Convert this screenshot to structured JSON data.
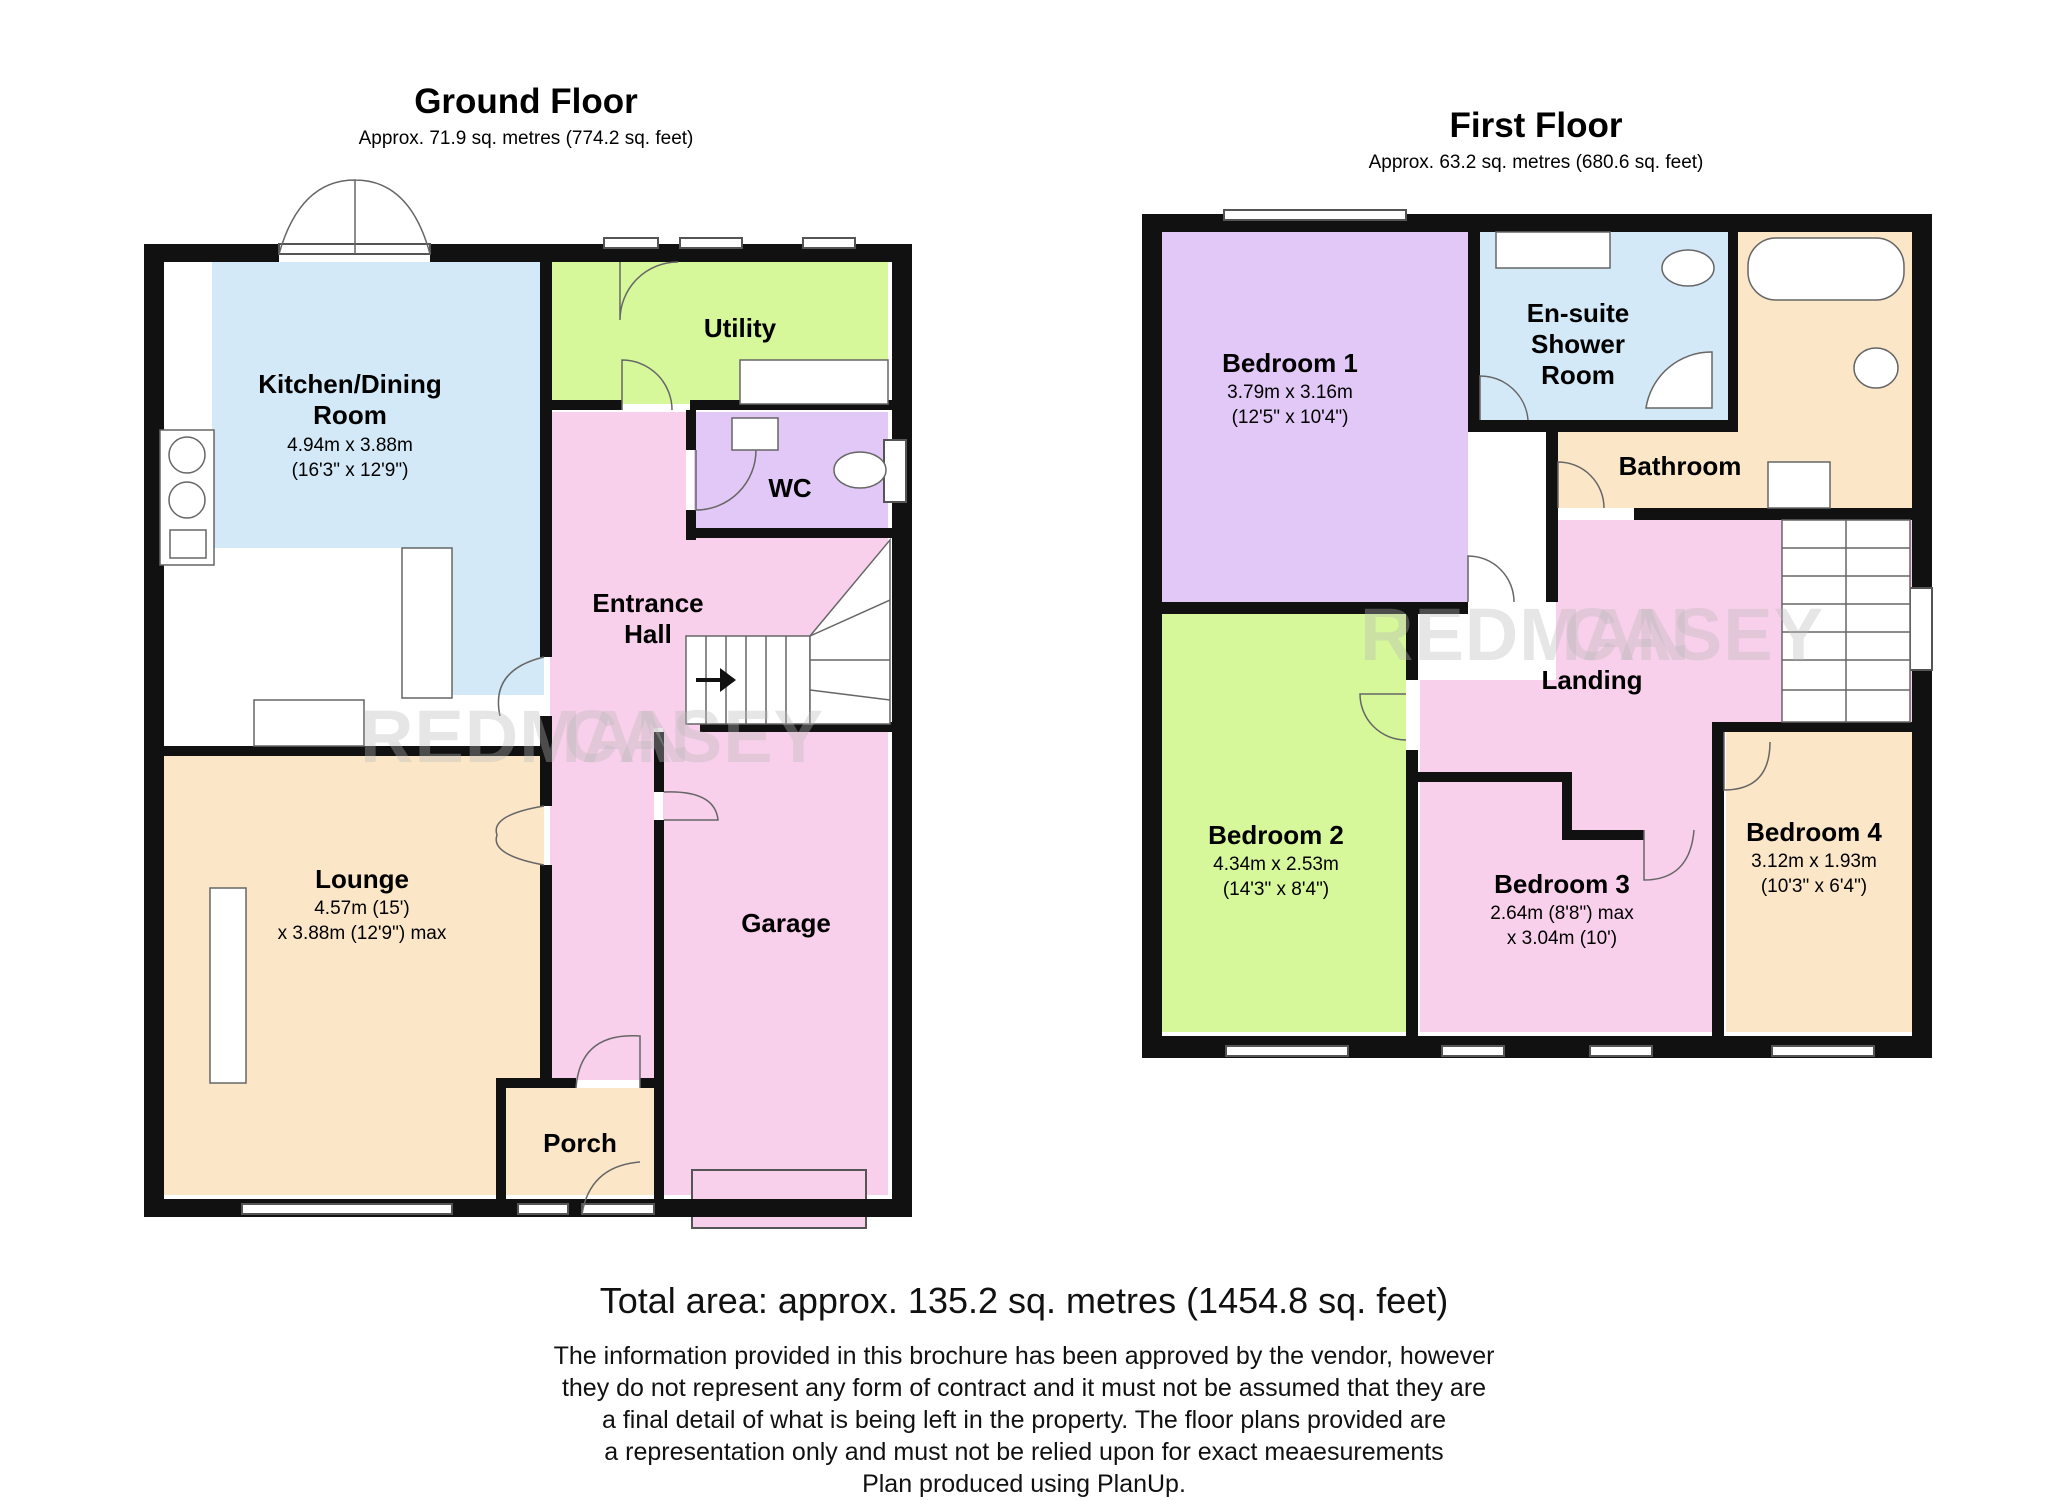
{
  "ground_floor": {
    "title": "Ground Floor",
    "area": "Approx.  71.9 sq. metres (774.2 sq. feet)",
    "rooms": {
      "kitchen": {
        "name_1": "Kitchen/Dining",
        "name_2": "Room",
        "dim_1": "4.94m x 3.88m",
        "dim_2": "(16'3\" x 12'9\")"
      },
      "utility": {
        "name": "Utility"
      },
      "wc": {
        "name": "WC"
      },
      "entrance": {
        "name_1": "Entrance",
        "name_2": "Hall"
      },
      "lounge": {
        "name": "Lounge",
        "dim_1": "4.57m (15')",
        "dim_2": "x 3.88m (12'9\") max"
      },
      "garage": {
        "name": "Garage"
      },
      "porch": {
        "name": "Porch"
      }
    }
  },
  "first_floor": {
    "title": "First Floor",
    "area": "Approx.  63.2 sq. metres (680.6 sq. feet)",
    "rooms": {
      "bedroom1": {
        "name": "Bedroom 1",
        "dim_1": "3.79m x 3.16m",
        "dim_2": "(12'5\" x 10'4\")"
      },
      "ensuite": {
        "name_1": "En-suite",
        "name_2": "Shower",
        "name_3": "Room"
      },
      "bathroom": {
        "name": "Bathroom"
      },
      "landing": {
        "name": "Landing"
      },
      "bedroom2": {
        "name": "Bedroom 2",
        "dim_1": "4.34m x 2.53m",
        "dim_2": "(14'3\" x 8'4\")"
      },
      "bedroom3": {
        "name": "Bedroom 3",
        "dim_1": "2.64m (8'8\") max",
        "dim_2": "x 3.04m (10')"
      },
      "bedroom4": {
        "name": "Bedroom 4",
        "dim_1": "3.12m x 1.93m",
        "dim_2": "(10'3\" x 6'4\")"
      }
    }
  },
  "watermark": {
    "left": "REDMAN",
    "right": "CASEY"
  },
  "footer": {
    "total_area": "Total area: approx. 135.2 sq. metres (1454.8 sq. feet)",
    "disclaimer": [
      "The information provided in this brochure has been approved by the vendor, however",
      "they do not represent any form of contract and it must not be assumed that they are",
      "a final detail of what is being left in the property. The floor plans provided are",
      "a representation only and must not be relied upon for exact meaesurements",
      "Plan produced using PlanUp."
    ]
  },
  "colors": {
    "kitchen": "#d3e9f8",
    "utility": "#d6f79a",
    "wc": "#e2c8f6",
    "hall": "#f9d0eb",
    "lounge": "#fbe6c8",
    "garage": "#f9d0eb",
    "porch": "#fbe6c8",
    "bedroom1": "#e2c8f6",
    "ensuite": "#d3e9f8",
    "bathroom": "#fbe6c8",
    "landing": "#f9d0eb",
    "bedroom2": "#d6f79a",
    "bedroom3": "#f9d0eb",
    "bedroom4": "#fbe6c8",
    "wall": "#111111"
  }
}
